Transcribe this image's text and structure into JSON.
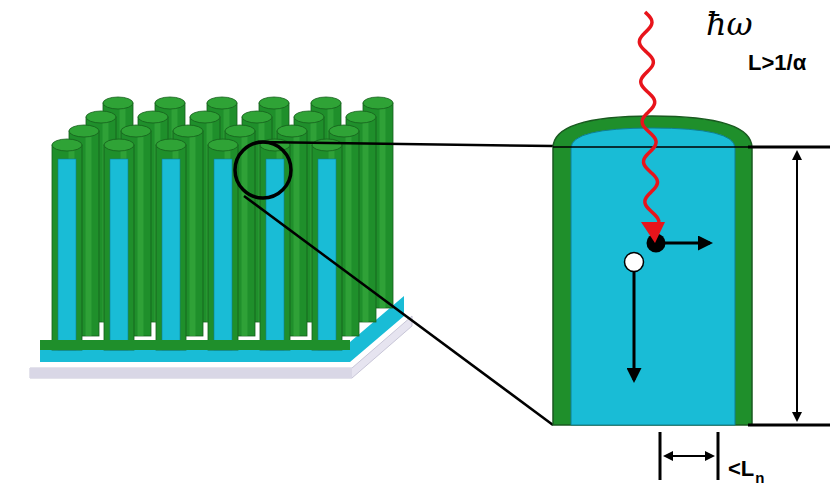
{
  "diagram": {
    "labels": [
      "ħω",
      "L>1/α",
      "<L",
      "n"
    ]
  }
}
